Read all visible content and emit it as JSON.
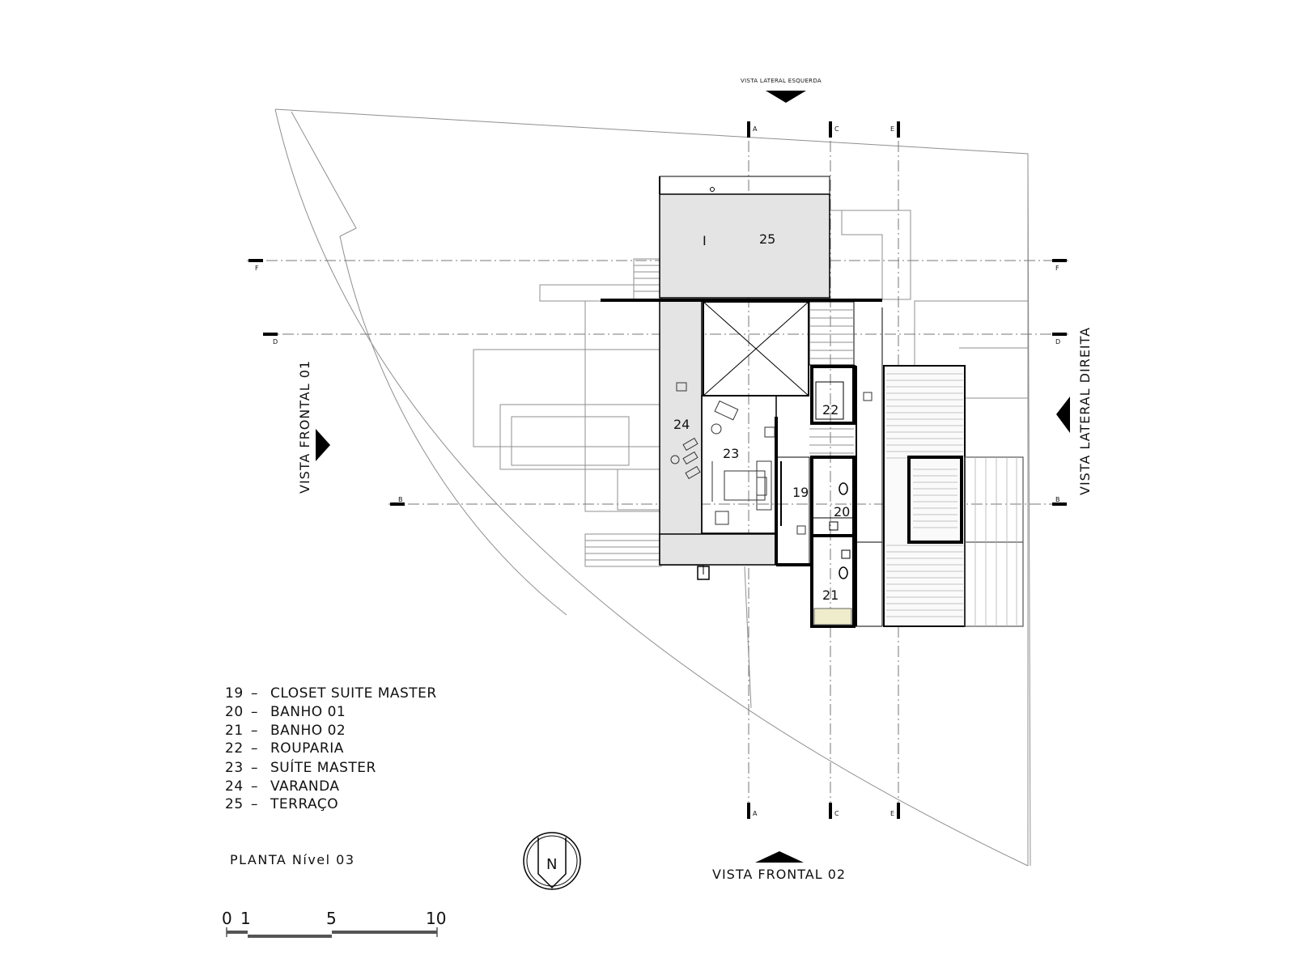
{
  "drawing_title": "PLANTA Nível 03",
  "views": {
    "top": "VISTA LATERAL ESQUERDA",
    "bottom": "VISTA FRONTAL 02",
    "left": "VISTA FRONTAL 01",
    "right": "VISTA LATERAL DIREITA"
  },
  "axes": {
    "vertical": [
      "A",
      "C",
      "E"
    ],
    "horizontal": [
      "F",
      "D",
      "B"
    ]
  },
  "rooms": {
    "r19": "19",
    "r20": "20",
    "r21": "21",
    "r22": "22",
    "r23": "23",
    "r24": "24",
    "r25": "25",
    "mark_i": "I"
  },
  "legend": [
    {
      "num": "19",
      "name": "CLOSET SUITE MASTER"
    },
    {
      "num": "20",
      "name": "BANHO 01"
    },
    {
      "num": "21",
      "name": "BANHO 02"
    },
    {
      "num": "22",
      "name": "ROUPARIA"
    },
    {
      "num": "23",
      "name": "SUÍTE MASTER"
    },
    {
      "num": "24",
      "name": "VARANDA"
    },
    {
      "num": "25",
      "name": "TERRAÇO"
    }
  ],
  "legend_separator": "–",
  "north_arrow": "N",
  "scale_bar": [
    "0",
    "1",
    "5",
    "10"
  ]
}
